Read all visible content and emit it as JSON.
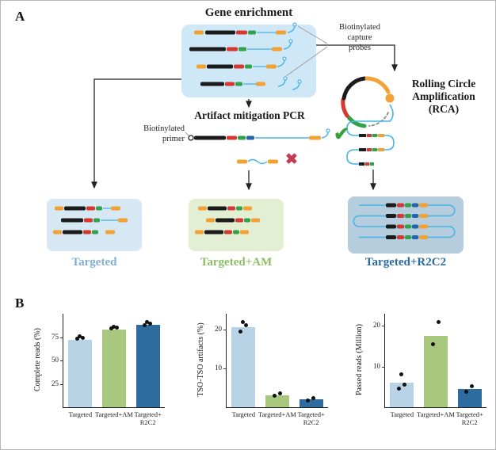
{
  "panel_a": {
    "label": "A",
    "title": "Gene enrichment",
    "capture_probes": "Biotinylated\ncapture\nprobes",
    "artifact_pcr": "Artifact mitigation PCR",
    "biotin_primer": "Biotinylated\nprimer",
    "rca": "Rolling Circle\nAmplification\n(RCA)",
    "check_icon": "✔",
    "cross_icon": "✖",
    "branch_labels": {
      "targeted": "Targeted",
      "targeted_am": "Targeted+AM",
      "targeted_r2c2": "Targeted+R2C2"
    },
    "colors": {
      "targeted_label": "#7fafd4",
      "targeted_am_label": "#8cbf65",
      "targeted_r2c2_label": "#2a6ba3",
      "pool_box": "#cfe8f7",
      "targeted_box": "#d6e8f4",
      "targeted_am_box": "#e2efd3",
      "targeted_r2c2_box": "#b5cddc"
    }
  },
  "panel_b": {
    "label": "B"
  },
  "chart_data": [
    {
      "type": "bar",
      "categories": [
        "Targeted",
        "Targeted+AM",
        "Targeted+\nR2C2"
      ],
      "values": [
        72,
        83,
        88
      ],
      "points": [
        [
          73,
          74.5,
          75.5
        ],
        [
          84,
          85,
          86
        ],
        [
          88,
          89.5,
          91
        ]
      ],
      "ylabel": "Complete reads (%)",
      "yticks": [
        25,
        50,
        75
      ],
      "ylim": [
        0,
        100
      ],
      "bar_colors": [
        "#b8d3e6",
        "#a8c87e",
        "#2e6b9e"
      ]
    },
    {
      "type": "bar",
      "categories": [
        "Targeted",
        "Targeted+AM",
        "Targeted+\nR2C2"
      ],
      "values": [
        20.5,
        3,
        2
      ],
      "points": [
        [
          19.5,
          21,
          21.8
        ],
        [
          3,
          3.6
        ],
        [
          1.8,
          2.4
        ]
      ],
      "ylabel": "TSO-TSO artifacts (%)",
      "yticks": [
        10,
        20
      ],
      "ylim": [
        0,
        24
      ],
      "bar_colors": [
        "#b8d3e6",
        "#a8c87e",
        "#2e6b9e"
      ]
    },
    {
      "type": "bar",
      "categories": [
        "Targeted",
        "Targeted+AM",
        "Targeted+\nR2C2"
      ],
      "values": [
        6,
        17.5,
        4.5
      ],
      "points": [
        [
          4.5,
          5.5,
          8
        ],
        [
          15.5,
          21
        ],
        [
          3.8,
          5.2
        ]
      ],
      "ylabel": "Passed reads (Million)",
      "yticks": [
        10,
        20
      ],
      "ylim": [
        0,
        23
      ],
      "bar_colors": [
        "#b8d3e6",
        "#a8c87e",
        "#2e6b9e"
      ]
    }
  ]
}
